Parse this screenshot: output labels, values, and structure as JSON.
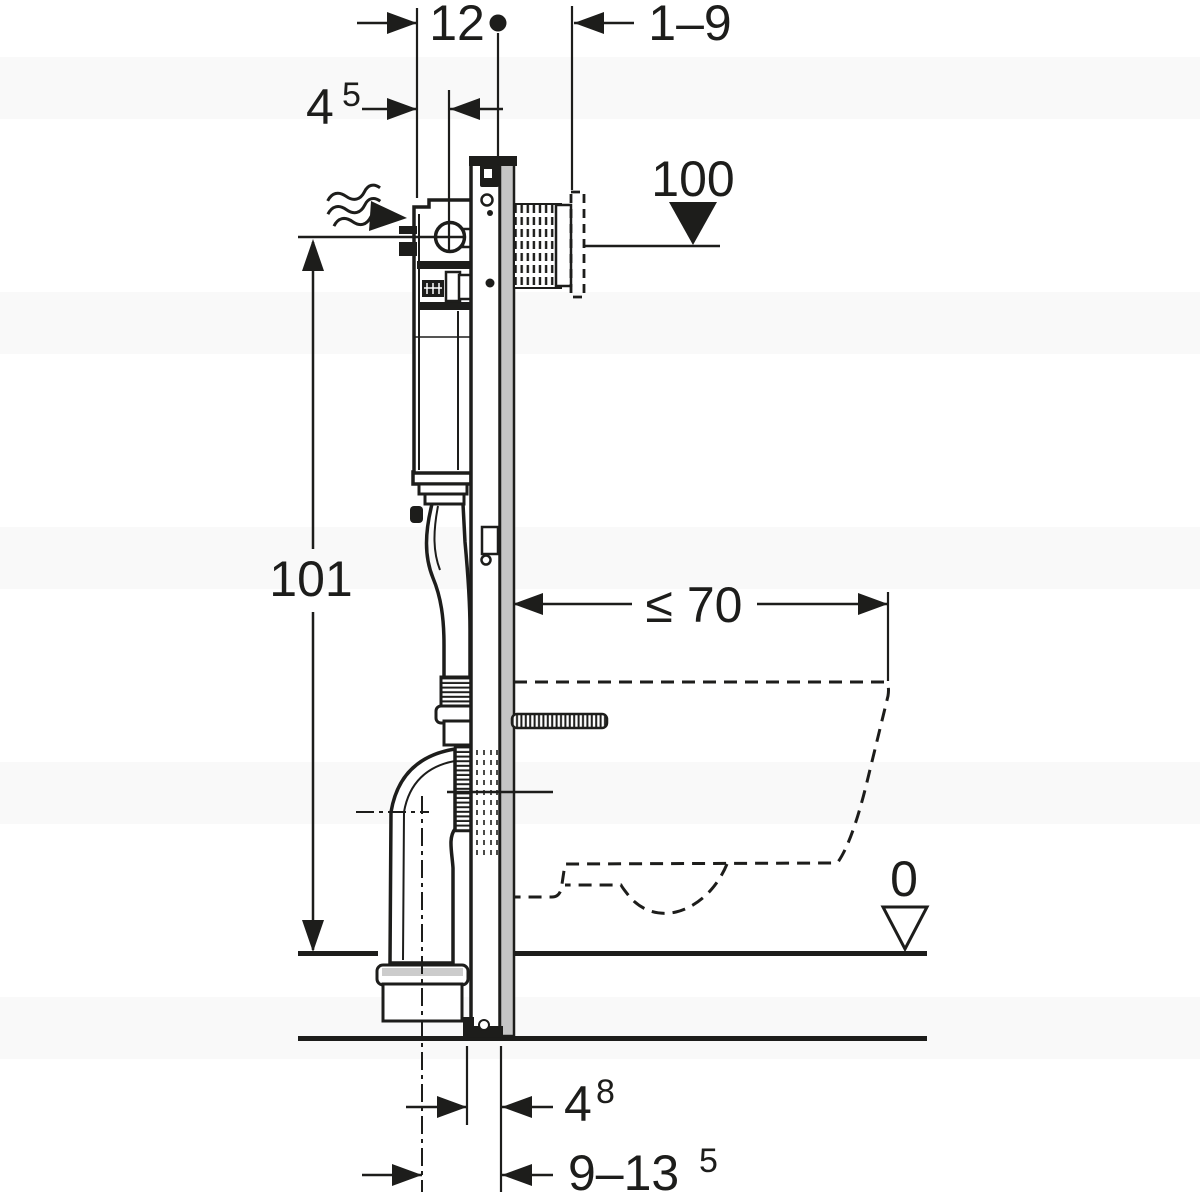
{
  "dimensions": {
    "top_offset": {
      "label": "12"
    },
    "plate_distance": {
      "label": "1–9"
    },
    "upper_inset": {
      "label": "4",
      "sup": "5"
    },
    "actuator_height": {
      "label": "100"
    },
    "frame_height": {
      "label": "101"
    },
    "pan_depth": {
      "label": "≤ 70"
    },
    "floor_datum": {
      "label": "0"
    },
    "outlet_offset": {
      "label": "4",
      "sup": "8"
    },
    "outlet_height_range": {
      "label": "9–13",
      "sup": "5"
    }
  },
  "colors": {
    "line": "#1d1d1b",
    "wall_panel": "#c5c5c5",
    "background": "#ffffff"
  }
}
